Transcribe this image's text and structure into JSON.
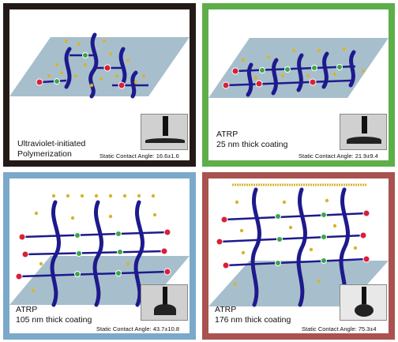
{
  "panels": [
    {
      "title_lines": [
        "Ultraviolet-initiated",
        "Polymerization"
      ],
      "angle": "Static Contact Angle: 16.6±1.6",
      "border_color": "#231a18"
    },
    {
      "title_lines": [
        "ATRP",
        "25 nm  thick coating"
      ],
      "angle": "Static Contact Angle: 21.9±9.4",
      "border_color": "#5fae4a"
    },
    {
      "title_lines": [
        "ATRP",
        "105 nm thick coating"
      ],
      "angle": "Static Contact Angle: 43.7±10.8",
      "border_color": "#7aa9c9"
    },
    {
      "title_lines": [
        "ATRP",
        "176 nm thick coating"
      ],
      "angle": "Static Contact Angle: 75.3±4",
      "border_color": "#a9524f"
    }
  ],
  "colors": {
    "substrate": "#a7bfcd",
    "backbone": "#1e1a8c",
    "crosslinker": "#d7b430",
    "node_red": "#d8203a",
    "node_green": "#3aa64a"
  }
}
